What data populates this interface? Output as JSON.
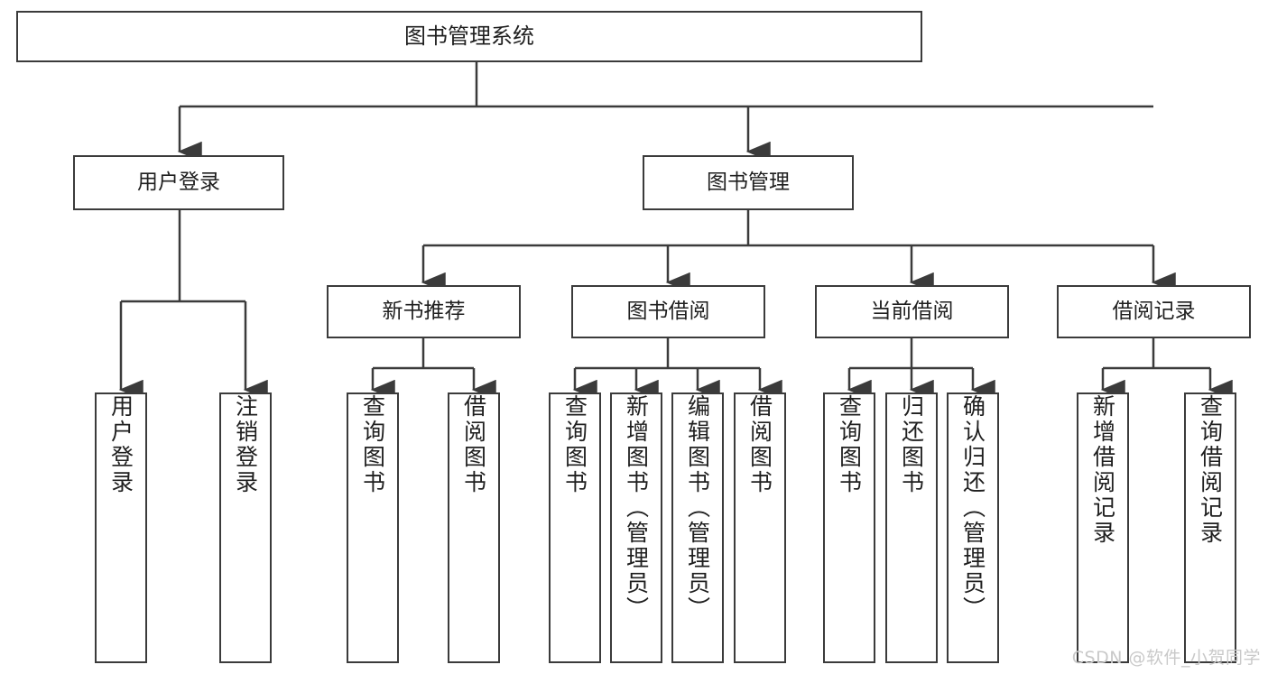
{
  "diagram": {
    "type": "tree",
    "title": "图书管理系统",
    "orientation": "top-down",
    "colors": {
      "stroke": "#3b3b3b",
      "fill": "#ffffff",
      "text": "#1f1f1f",
      "watermark": "#c9c9c9"
    }
  },
  "nodes": {
    "root": {
      "label": "图书管理系统"
    },
    "level1": [
      {
        "label": "用户登录"
      },
      {
        "label": "图书管理"
      }
    ],
    "level2": [
      {
        "label": "新书推荐"
      },
      {
        "label": "图书借阅"
      },
      {
        "label": "当前借阅"
      },
      {
        "label": "借阅记录"
      }
    ],
    "leaves": {
      "user_login": [
        {
          "label": "用户登录"
        },
        {
          "label": "注销登录"
        }
      ],
      "new_book": [
        {
          "label": "查询图书"
        },
        {
          "label": "借阅图书"
        }
      ],
      "book_borrow": [
        {
          "label": "查询图书"
        },
        {
          "label": "新增图书（管理员）"
        },
        {
          "label": "编辑图书（管理员）"
        },
        {
          "label": "借阅图书"
        }
      ],
      "current_borrow": [
        {
          "label": "查询图书"
        },
        {
          "label": "归还图书"
        },
        {
          "label": "确认归还（管理员）"
        }
      ],
      "borrow_record": [
        {
          "label": "新增借阅记录"
        },
        {
          "label": "查询借阅记录"
        }
      ]
    }
  },
  "watermark": {
    "text": "CSDN @软件_小贺同学"
  }
}
